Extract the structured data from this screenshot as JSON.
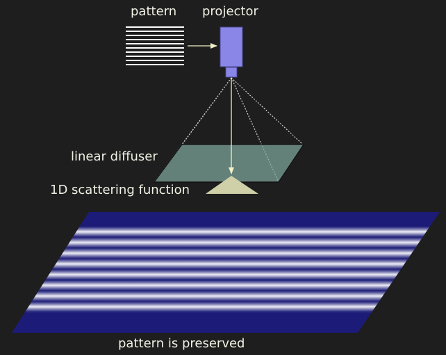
{
  "labels": {
    "pattern": "pattern",
    "projector": "projector",
    "linear_diffuser": "linear diffuser",
    "scattering_function": "1D scattering function",
    "caption": "pattern is preserved"
  },
  "colors": {
    "background": "#1e1e1e",
    "projector_fill": "#8a86e8",
    "diffuser_fill": "#7fa89c",
    "scattering_fill": "#cfcfa8",
    "screen_fill": "#1c1c78",
    "text": "#f0f0e4"
  }
}
